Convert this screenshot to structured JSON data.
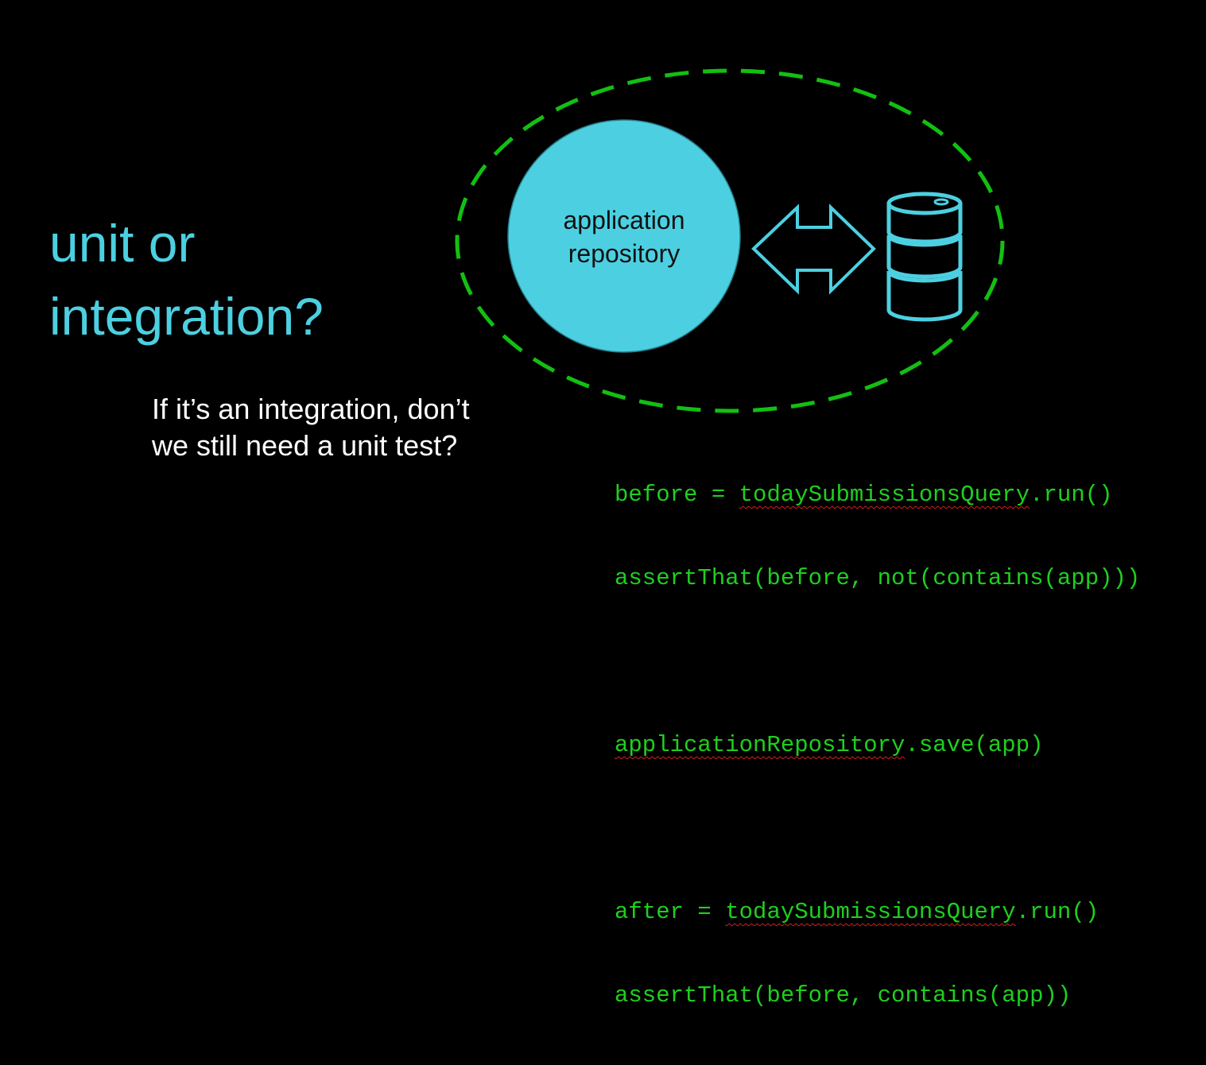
{
  "slide": {
    "title_lines": [
      "unit or",
      "integration?"
    ],
    "question_lines": [
      "If it’s an integration, don’t",
      "we still need a unit test?"
    ],
    "colors": {
      "background": "#000000",
      "accent": "#4cd0e1",
      "dashed_boundary": "#12c012",
      "code": "#1fcf1f",
      "spellcheck_underline": "#d42020"
    }
  },
  "diagram": {
    "component_label_lines": [
      "application",
      "repository"
    ],
    "arrow_icon": "double-arrow-icon",
    "database_icon": "database-icon",
    "boundary": "dashed-ellipse"
  },
  "code": {
    "line1": {
      "pre": "before = ",
      "squiggle": "todaySubmissionsQuery",
      "post": ".run()"
    },
    "line2": "assertThat(before, not(contains(app)))",
    "line3": {
      "squiggle": "applicationRepository",
      "post": ".save(app)"
    },
    "line4": {
      "pre": "after = ",
      "squiggle": "todaySubmissionsQuery",
      "post": ".run()"
    },
    "line5": "assertThat(before, contains(app))"
  }
}
